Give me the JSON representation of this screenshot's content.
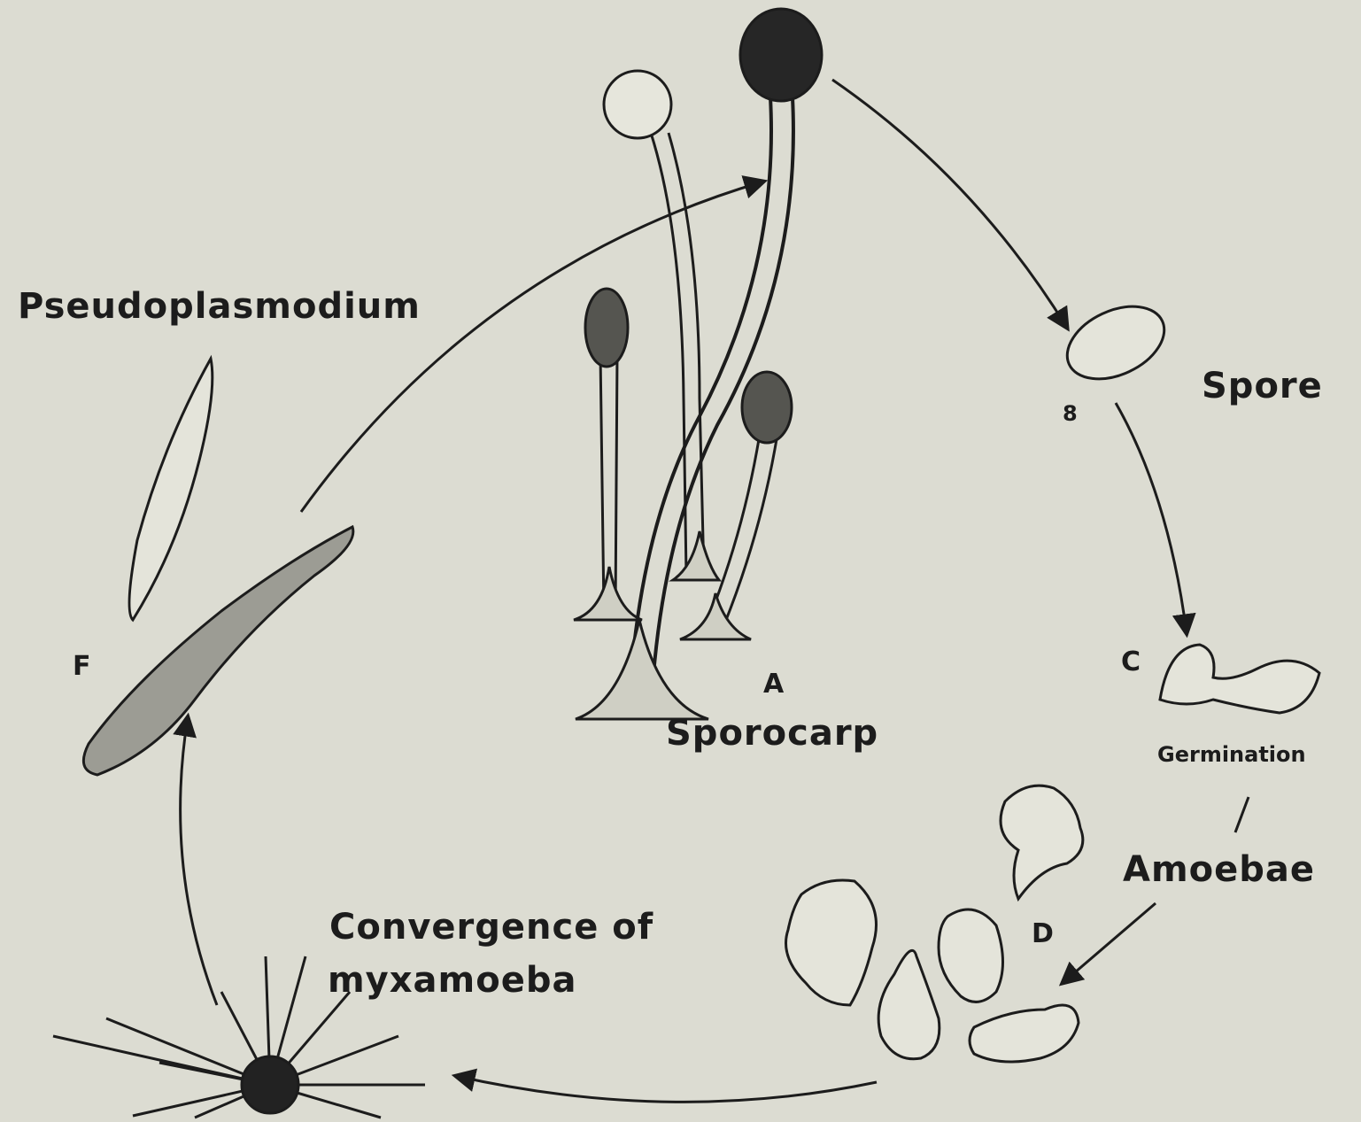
{
  "labels": {
    "pseudoplasmodium": "Pseudoplasmodium",
    "spore": "Spore",
    "b": "8",
    "c": "C",
    "germination": "Germination",
    "amoebae": "Amoebae",
    "d": "D",
    "convergence_line1": "Convergence of",
    "convergence_line2": "myxamoeba",
    "a": "A",
    "sporocarp": "Sporocarp",
    "f": "F"
  },
  "colors": {
    "background": "#dcdcd2",
    "ink": "#1c1c1c"
  }
}
